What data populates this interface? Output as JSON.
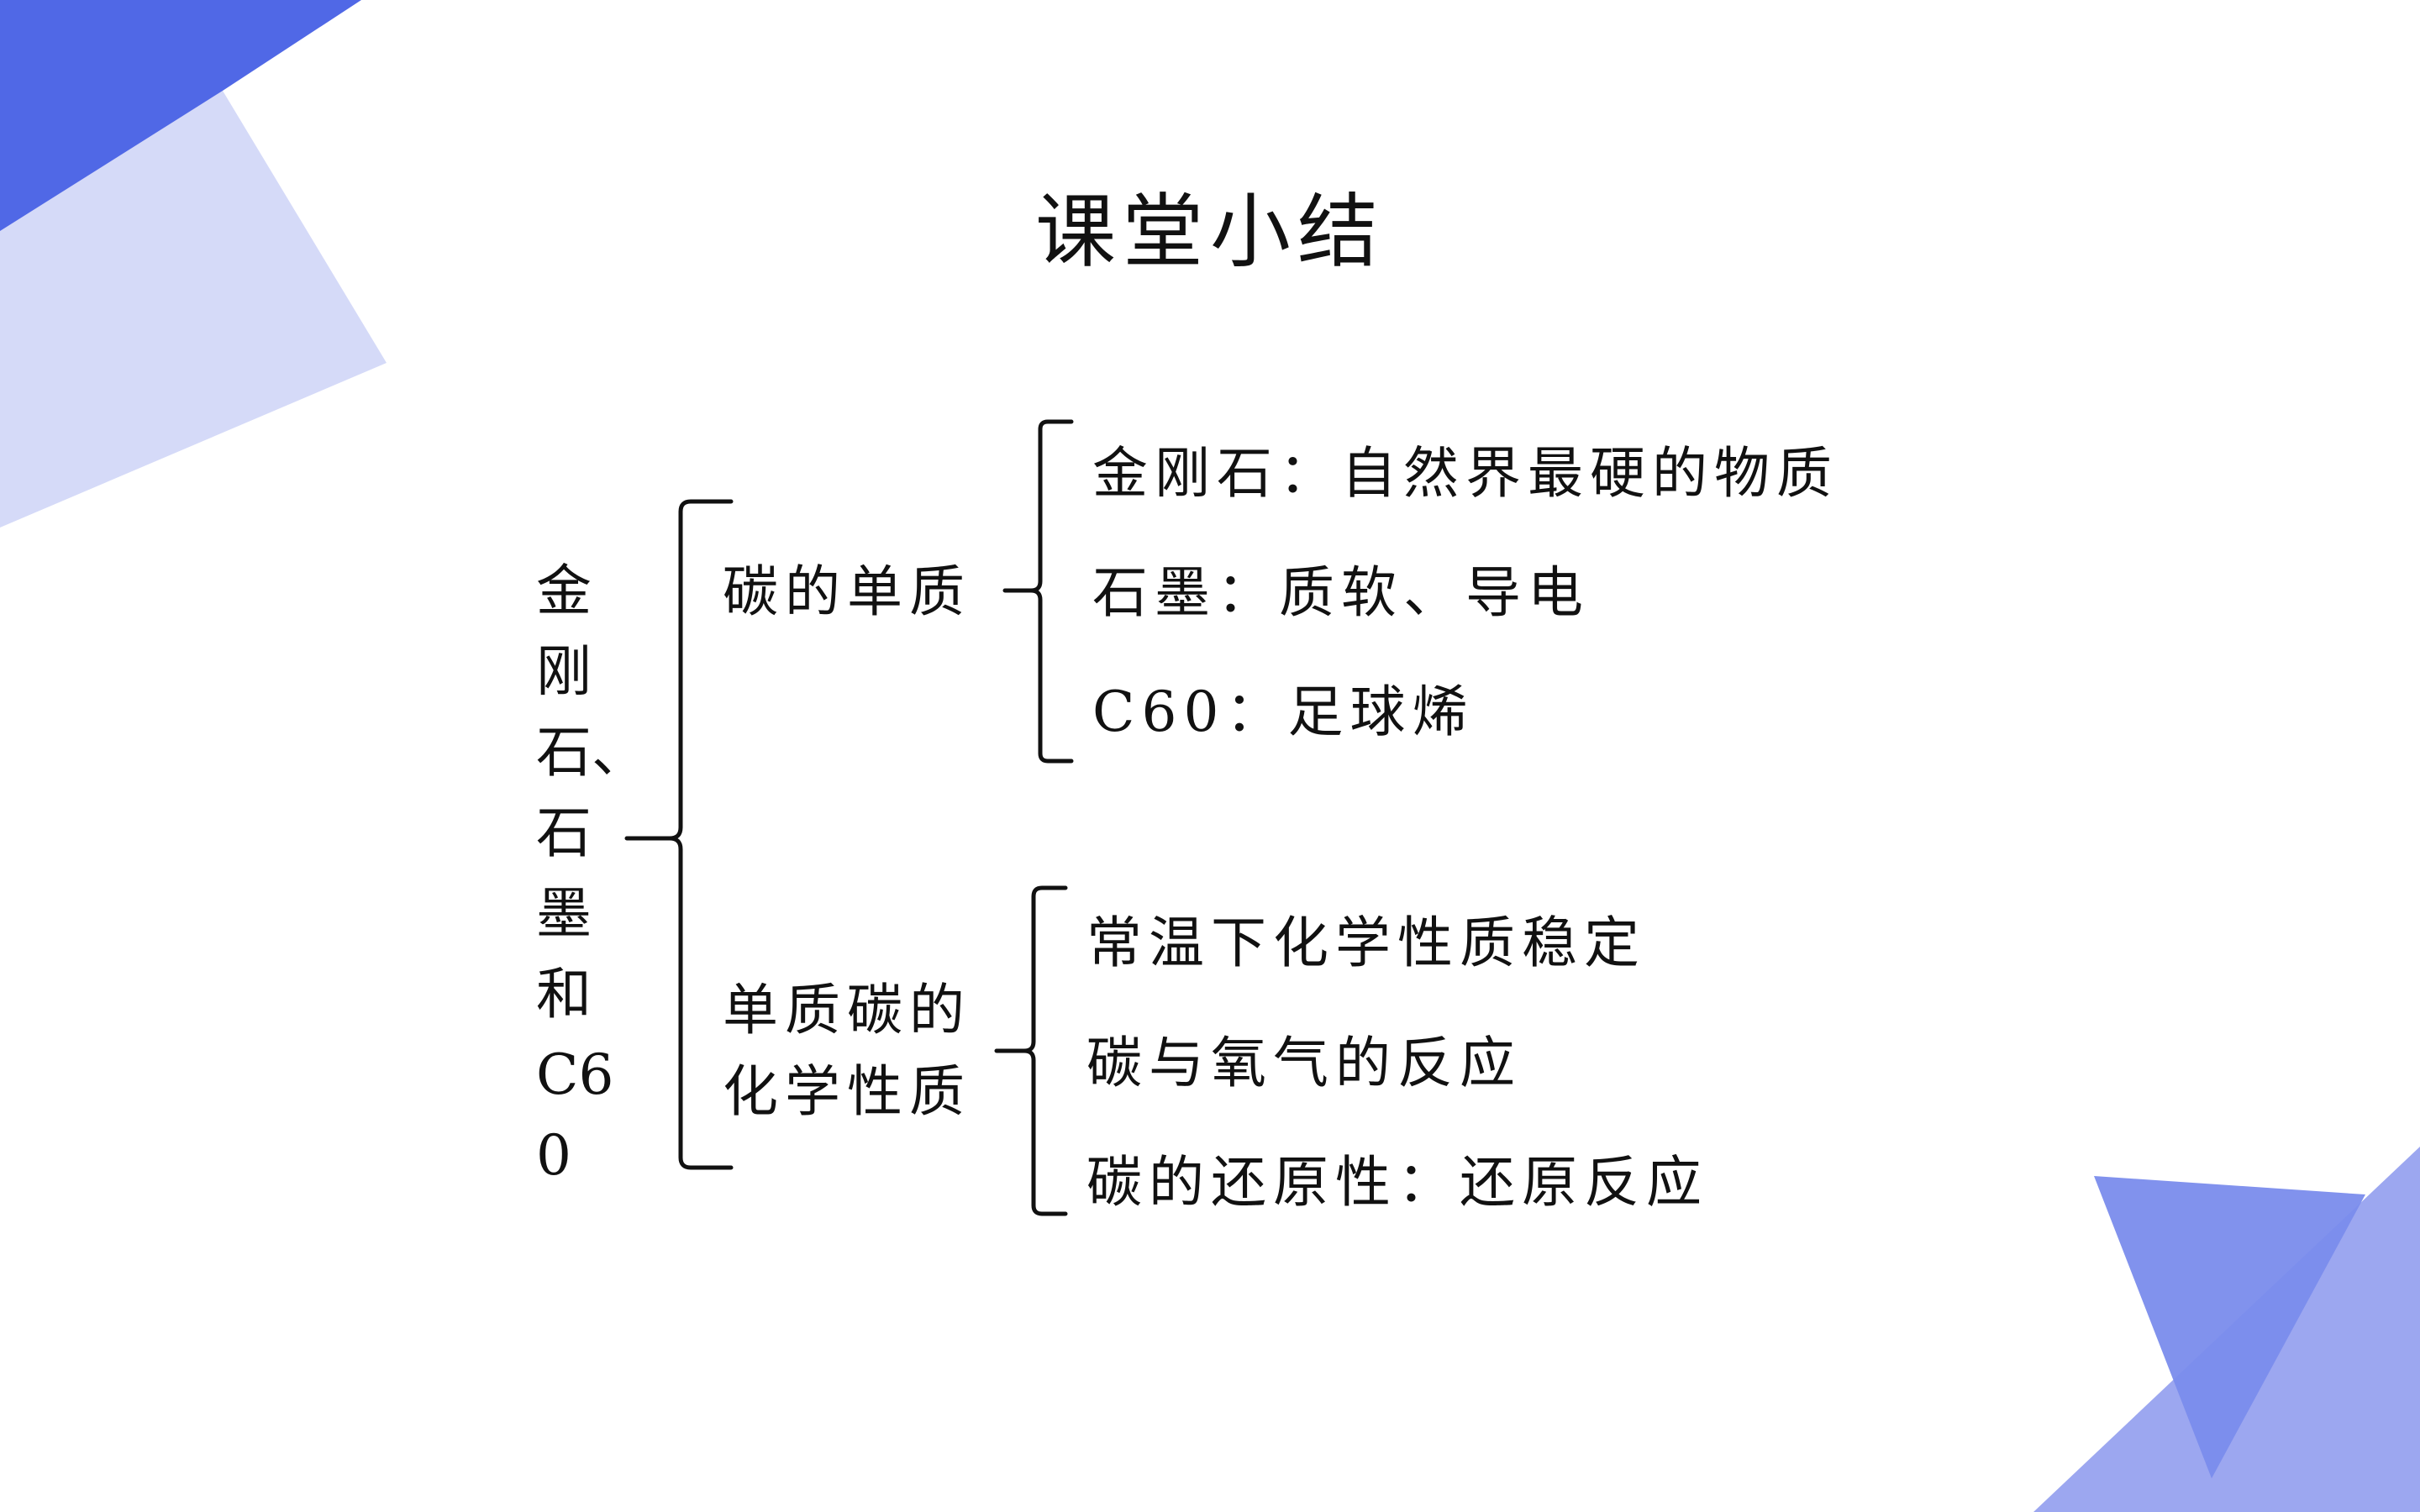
{
  "slide": {
    "title": "课堂小结"
  },
  "summary": {
    "root": "金刚石、石墨和C60",
    "branches": [
      {
        "label": "碳的单质",
        "items": [
          "金刚石：自然界最硬的物质",
          "石墨：质软、导电",
          "C60：足球烯"
        ]
      },
      {
        "label_line1": "单质碳的",
        "label_line2": "化学性质",
        "items": [
          "常温下化学性质稳定",
          "碳与氧气的反应",
          "碳的还原性：还原反应"
        ]
      }
    ]
  },
  "colors": {
    "accent_dark": "#5068E6",
    "accent_light": "#D5DAF8",
    "accent_mid": "#7A8CEC",
    "accent_pale": "#9CA7F0"
  }
}
